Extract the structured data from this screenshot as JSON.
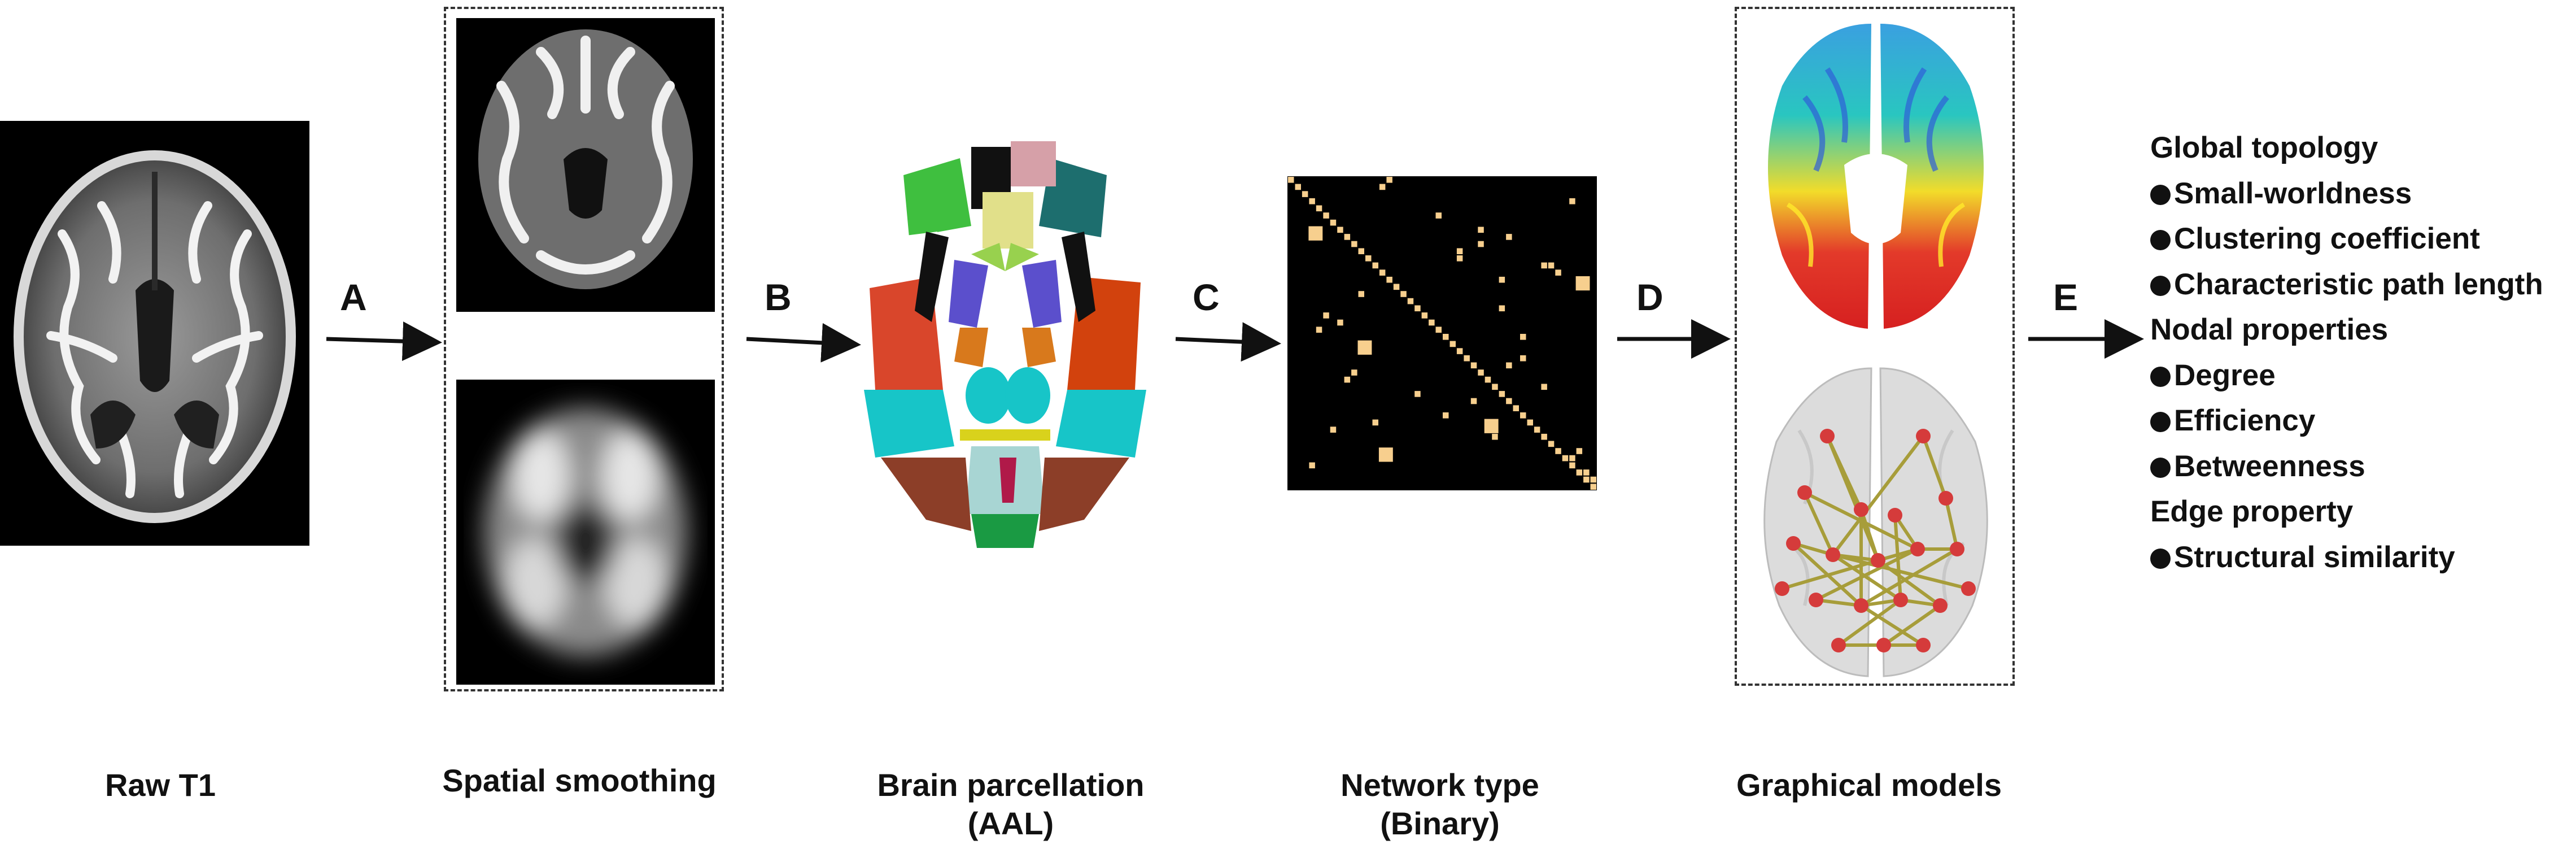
{
  "steps": {
    "a": "A",
    "b": "B",
    "c": "C",
    "d": "D",
    "e": "E"
  },
  "captions": {
    "raw": "Raw T1",
    "smoothing": "Spatial smoothing",
    "parcellation_line1": "Brain parcellation",
    "parcellation_line2": "(AAL)",
    "network_line1": "Network type",
    "network_line2": "(Binary)",
    "graphical": "Graphical models"
  },
  "properties": [
    {
      "text": "Global topology",
      "bullet": false
    },
    {
      "text": "Small-worldness",
      "bullet": true
    },
    {
      "text": "Clustering coefficient",
      "bullet": true
    },
    {
      "text": "Characteristic path length",
      "bullet": true
    },
    {
      "text": "Nodal properties",
      "bullet": false
    },
    {
      "text": "Degree",
      "bullet": true
    },
    {
      "text": "Efficiency",
      "bullet": true
    },
    {
      "text": "Betweenness",
      "bullet": true
    },
    {
      "text": "Edge property",
      "bullet": false
    },
    {
      "text": "Structural similarity",
      "bullet": true
    }
  ],
  "colors": {
    "matrix_bg": "#000000",
    "matrix_cell": "#f7cf8e",
    "edge_color": "#a79d3a",
    "node_color": "#d53b3b"
  }
}
